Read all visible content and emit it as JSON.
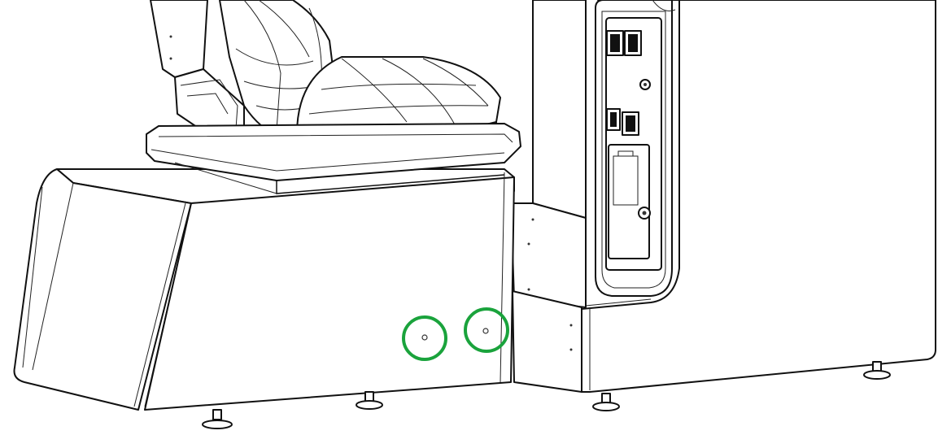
{
  "colors": {
    "highlight": "#1aa33c",
    "line": "#111111",
    "background": "#ffffff"
  },
  "highlights": [
    {
      "name": "highlight-circle-left",
      "target": "screw-hole"
    },
    {
      "name": "highlight-circle-right",
      "target": "screw-hole"
    }
  ]
}
